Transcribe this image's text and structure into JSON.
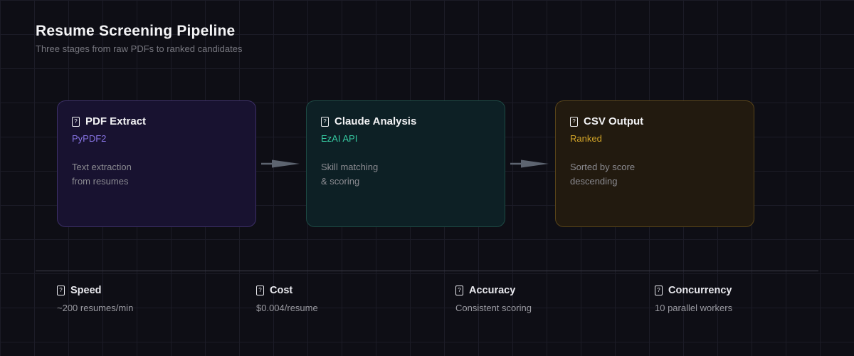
{
  "header": {
    "title": "Resume Screening Pipeline",
    "subtitle": "Three stages from raw PDFs to ranked candidates"
  },
  "glyphs": {
    "missing_icon": "?"
  },
  "stages": [
    {
      "icon": "pdf-extract-icon",
      "title": "PDF Extract",
      "tool": "PyPDF2",
      "description": "Text extraction\nfrom resumes",
      "accent_color": "#8673e2",
      "card_bg": "#181230",
      "card_border": "#3c2f66"
    },
    {
      "icon": "claude-analysis-icon",
      "title": "Claude Analysis",
      "tool": "EzAI API",
      "description": "Skill matching\n& scoring",
      "accent_color": "#36c9a1",
      "card_bg": "#0d2025",
      "card_border": "#1d4a44"
    },
    {
      "icon": "csv-output-icon",
      "title": "CSV Output",
      "tool": "Ranked",
      "description": "Sorted by score\ndescending",
      "accent_color": "#d2a428",
      "card_bg": "#221a0f",
      "card_border": "#584419"
    }
  ],
  "stats": [
    {
      "icon": "speed-icon",
      "label": "Speed",
      "value": "~200 resumes/min"
    },
    {
      "icon": "cost-icon",
      "label": "Cost",
      "value": "$0.004/resume"
    },
    {
      "icon": "accuracy-icon",
      "label": "Accuracy",
      "value": "Consistent scoring"
    },
    {
      "icon": "concurrency-icon",
      "label": "Concurrency",
      "value": "10 parallel workers"
    }
  ],
  "colors": {
    "background": "#0e0e15",
    "grid_line": "#1c1c27",
    "title_text": "#f4f4f6",
    "muted_text": "#77777f",
    "description_text": "#8b8b91",
    "arrow": "#5d6470",
    "divider": "#3e3e4a"
  }
}
